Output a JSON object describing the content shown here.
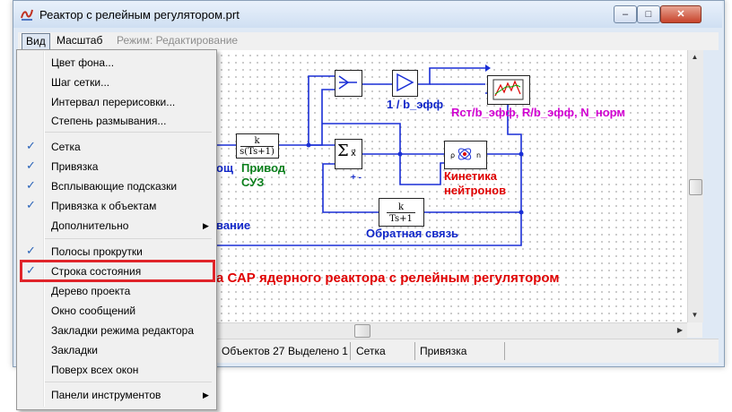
{
  "window": {
    "title": "Реактор с релейным регулятором.prt",
    "caption_buttons": {
      "minimize": "–",
      "maximize": "□",
      "close": "✕"
    }
  },
  "menubar": {
    "items": [
      {
        "label": "Вид"
      },
      {
        "label": "Масштаб"
      }
    ],
    "mode_text": "Режим: Редактирование"
  },
  "view_menu": {
    "items": [
      {
        "label": "Цвет фона...",
        "checked": false
      },
      {
        "label": "Шаг сетки...",
        "checked": false
      },
      {
        "label": "Интервал перерисовки...",
        "checked": false
      },
      {
        "label": "Степень размывания...",
        "checked": false
      },
      {
        "label": "Сетка",
        "checked": true
      },
      {
        "label": "Привязка",
        "checked": true
      },
      {
        "label": "Всплывающие подсказки",
        "checked": true
      },
      {
        "label": "Привязка к объектам",
        "checked": true
      },
      {
        "label": "Дополнительно",
        "checked": false,
        "submenu": true
      },
      {
        "label": "Полосы прокрутки",
        "checked": true
      },
      {
        "label": "Строка состояния",
        "checked": true,
        "highlighted": true
      },
      {
        "label": "Дерево проекта",
        "checked": false
      },
      {
        "label": "Окно сообщений",
        "checked": false
      },
      {
        "label": "Закладки режима редактора",
        "checked": false
      },
      {
        "label": "Закладки",
        "checked": false
      },
      {
        "label": "Поверх всех окон",
        "checked": false
      },
      {
        "label": "Панели инструментов",
        "checked": false,
        "submenu": true
      }
    ],
    "check_glyph": "✓",
    "submenu_glyph": "▶"
  },
  "status_bar": {
    "objects": "Объектов 27",
    "selected": "Выделено 1",
    "grid": "Сетка",
    "snap": "Привязка"
  },
  "diagram": {
    "blocks": {
      "integrator": {
        "num": "k",
        "den": "s(Ts+1)"
      },
      "feedback": {
        "num": "k",
        "den": "Ts+1"
      },
      "sum_symbol": "Σ",
      "sum_output": "x⃗",
      "sum_signs": "+ -",
      "gain_label": "1 / b_эфф"
    },
    "labels": {
      "drive_partial": "ощ",
      "drive_1": "Привод",
      "drive_2": "СУЗ",
      "kinetics_1": "Кинетика",
      "kinetics_2": "нейтронов",
      "feedback": "Обратная связь",
      "plot_legend": "Rст/b_эфф, R/b_эфф, N_норм",
      "left_partial": "вание",
      "caption": "а САР ядерного реактора с релейным регулятором"
    },
    "colors": {
      "line": "#1a2fd6",
      "caption": "#e00000",
      "green": "#0b7f1c",
      "magenta": "#d000d0",
      "highlight": "#e0242a"
    }
  }
}
